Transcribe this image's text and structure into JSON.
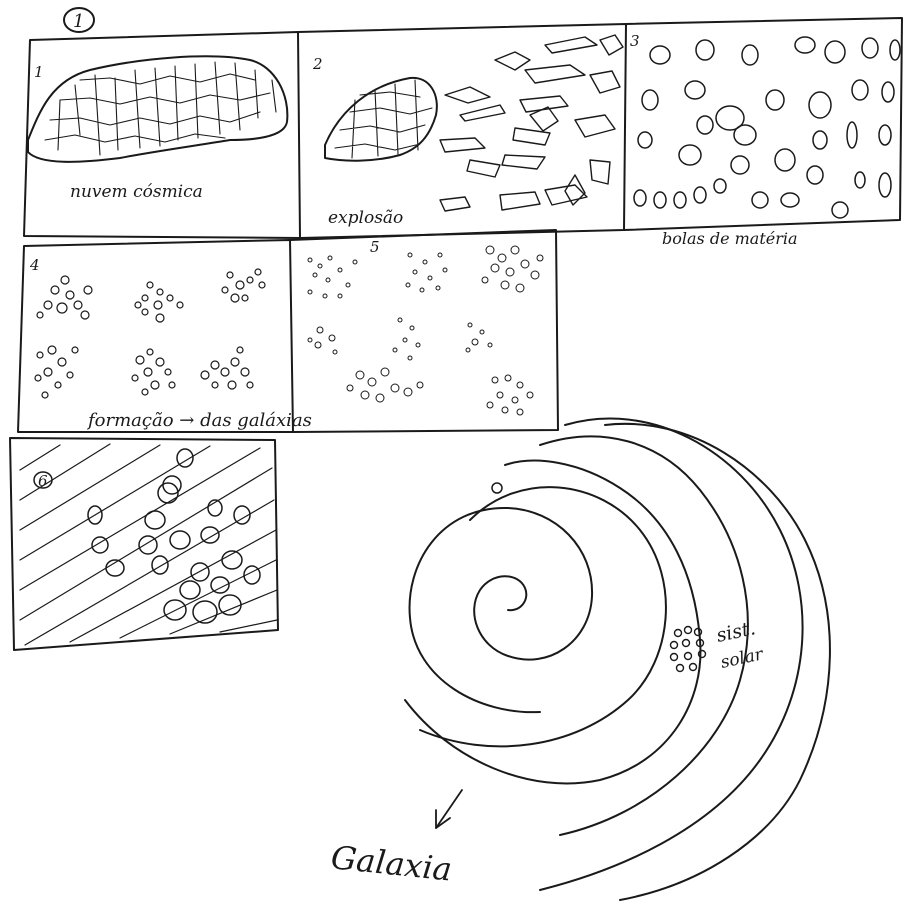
{
  "page_number": "1",
  "panels": [
    {
      "number": "1",
      "caption": "nuvem cósmica"
    },
    {
      "number": "2",
      "caption": "explosão"
    },
    {
      "number": "3",
      "caption": "bolas de matéria"
    },
    {
      "number": "4",
      "caption": ""
    },
    {
      "number": "5",
      "caption": ""
    },
    {
      "number": "6",
      "caption": ""
    }
  ],
  "bottom_caption": "formação → das galáxias",
  "spiral": {
    "solar_system_label_line1": "sist.",
    "solar_system_label_line2": "solar",
    "galaxy_label": "Galaxia"
  },
  "colors": {
    "ink": "#1a1a1a",
    "paper": "#ffffff"
  }
}
